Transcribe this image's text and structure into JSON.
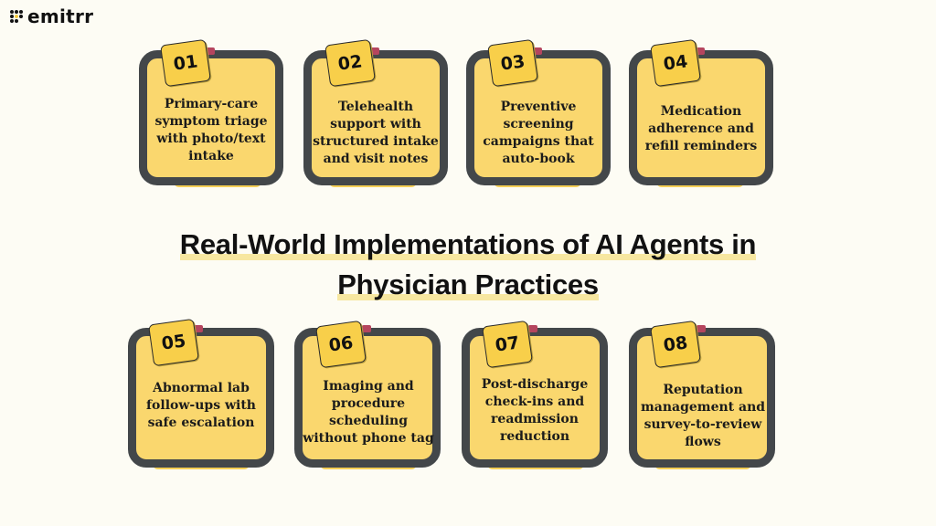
{
  "brand": {
    "name": "emitrr",
    "logo_icon": "dot-grid-icon",
    "accent": "#f5c73c"
  },
  "title": {
    "line1": "Real-World Implementations of AI Agents in",
    "line2": "Physician Practices"
  },
  "colors": {
    "background": "#fdfcf4",
    "card_fill": "#fad76e",
    "card_border": "#43474a",
    "badge_fill": "#f8cf4a",
    "tab": "#b5455e"
  },
  "cards": [
    {
      "number": "01",
      "text": "Primary-care\nsymptom triage\nwith photo/text\nintake"
    },
    {
      "number": "02",
      "text": "Telehealth\nsupport with\nstructured intake\nand visit notes"
    },
    {
      "number": "03",
      "text": "Preventive\nscreening\ncampaigns that\nauto-book"
    },
    {
      "number": "04",
      "text": "Medication\nadherence and\nrefill reminders"
    },
    {
      "number": "05",
      "text": "Abnormal lab\nfollow-ups with\nsafe escalation"
    },
    {
      "number": "06",
      "text": "Imaging and\nprocedure\nscheduling\nwithout phone tag"
    },
    {
      "number": "07",
      "text": "Post-discharge\ncheck-ins and\nreadmission\nreduction"
    },
    {
      "number": "08",
      "text": "Reputation\nmanagement and\nsurvey-to-review\nflows"
    }
  ]
}
